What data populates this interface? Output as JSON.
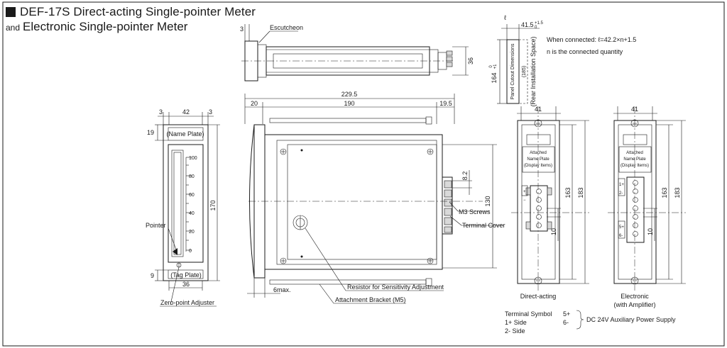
{
  "title": {
    "line1": "DEF-17S Direct-acting Single-pointer Meter",
    "and": "and",
    "line2": "Electronic Single-pointer Meter"
  },
  "front_view": {
    "dims": {
      "w_left": "3",
      "w_mid": "42",
      "w_right": "3",
      "top": "19",
      "height": "170",
      "bottom": "9",
      "base": "36"
    },
    "name_plate": "(Name Plate)",
    "tag_plate": "(Tag Plate)",
    "scale": [
      "100",
      "80",
      "60",
      "40",
      "20",
      "0"
    ],
    "pointer_label": "Pointer",
    "zero_label": "Zero-point Adjuster"
  },
  "top_view": {
    "escutcheon": "Escutcheon",
    "dim_3": "3",
    "dim_36": "36"
  },
  "side_view": {
    "dims": {
      "total": "229.5",
      "left": "20",
      "mid": "190",
      "right": "19.5",
      "h130": "130",
      "d82": "8.2",
      "max6": "6max."
    },
    "m3": "M3 Screws",
    "terminal_cover": "Terminal Cover",
    "resistor": "Resistor for Sensitivity Adjustment",
    "bracket": "Attachment Bracket (M5)"
  },
  "cutout": {
    "l_sym": "ℓ",
    "dim_415": "41.5",
    "tol_415_hi": "+1.5",
    "tol_415_lo": "0",
    "dim_164": "164",
    "tol_164_hi": "+1",
    "tol_164_lo": "0",
    "panel_text": "Panel Cutout Dimensions",
    "dim_185": "(185)",
    "rear_space": "(Rear Installation Space)",
    "connected": "When connected: ℓ=42.2×n+1.5",
    "nqty": "n is the connected quantity"
  },
  "rear_direct": {
    "w41": "41",
    "d163": "163",
    "d183": "183",
    "d10": "10",
    "plate": [
      "Attached",
      "Name Plate",
      "(Display Items)"
    ],
    "caption": "Direct-acting",
    "pins": [
      "+",
      "−"
    ]
  },
  "rear_electronic": {
    "w41": "41",
    "d163": "163",
    "d183": "183",
    "d10": "10",
    "plate": [
      "Attached",
      "Name Plate",
      "(Display Items)"
    ],
    "caption1": "Electronic",
    "caption2": "(with Amplifier)",
    "pins": [
      "1+",
      "2-",
      "5+",
      "6-"
    ]
  },
  "terminal_legend": {
    "header": "Terminal Symbol",
    "side1": "1+ Side",
    "side2": "2- Side",
    "p5": "5+",
    "p6": "6-",
    "dc": "DC 24V Auxiliary Power Supply"
  }
}
